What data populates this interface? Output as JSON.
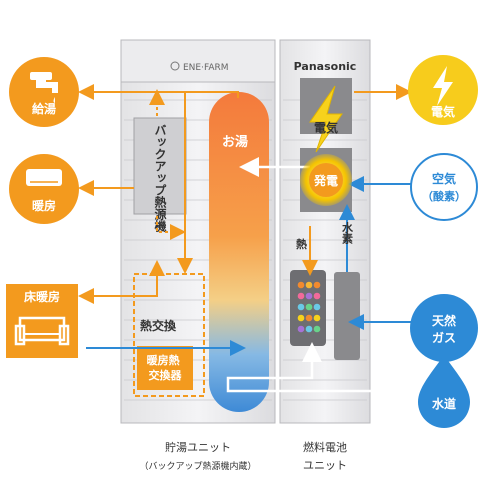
{
  "tank_unit": {
    "brand": "ENE·FARM",
    "tank_label": "お湯",
    "backup_label": "バックアップ熱源機",
    "heat_exchange_label": "熱交換",
    "heat_exchanger_label": "暖房熱交換器",
    "caption": "貯湯ユニット",
    "subcaption": "（バックアップ熱源機内蔵）"
  },
  "fuel_cell_unit": {
    "brand": "Panasonic",
    "electricity_label": "電気",
    "generation_label": "発電",
    "heat_label": "熱",
    "hydrogen_label": "水素",
    "caption": "燃料電池ユニット"
  },
  "outputs": [
    {
      "id": "hot-water",
      "label": "給湯",
      "icon": "faucet-icon"
    },
    {
      "id": "heating",
      "label": "暖房",
      "icon": "air-conditioner-icon"
    },
    {
      "id": "floor-heating",
      "label": "床暖房",
      "icon": "sofa-icon"
    },
    {
      "id": "electricity",
      "label": "電気",
      "icon": "lightning-icon"
    }
  ],
  "inputs": [
    {
      "id": "air",
      "label": "空気（酸素）"
    },
    {
      "id": "gas",
      "label": "天然ガス"
    },
    {
      "id": "water",
      "label": "水道"
    }
  ],
  "colors": {
    "orange": "#f39a1e",
    "blue": "#2d8ad6",
    "gray": "#a8a8a8",
    "yellow": "#f7d21c"
  }
}
